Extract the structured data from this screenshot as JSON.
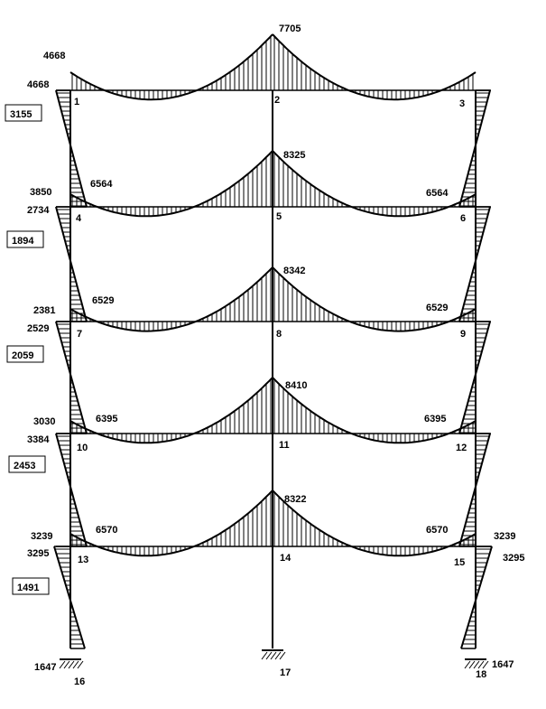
{
  "nodes": [
    "1",
    "2",
    "3",
    "4",
    "5",
    "6",
    "7",
    "8",
    "9",
    "10",
    "11",
    "12",
    "13",
    "14",
    "15",
    "16",
    "17",
    "18"
  ],
  "floors": [
    {
      "peak": "7705",
      "box": "3155",
      "left_top": "4668",
      "left_mid": "4668",
      "beam_end": "",
      "left_bot": ""
    },
    {
      "peak": "8325",
      "box": "1894",
      "left_top": "3850",
      "left_mid": "2734",
      "beam_end": "6564",
      "left_bot": ""
    },
    {
      "peak": "8342",
      "box": "2059",
      "left_top": "2381",
      "left_mid": "2529",
      "beam_end": "6529",
      "left_bot": ""
    },
    {
      "peak": "8410",
      "box": "2453",
      "left_top": "3030",
      "left_mid": "3384",
      "beam_end": "6395",
      "left_bot": ""
    },
    {
      "peak": "8322",
      "box": "1491",
      "left_top": "3239",
      "left_mid": "3295",
      "beam_end": "6570",
      "left_bot": ""
    }
  ],
  "right_labels": {
    "top": "3239",
    "bot": "3295"
  },
  "base": {
    "left": "1647",
    "right": "1647"
  }
}
